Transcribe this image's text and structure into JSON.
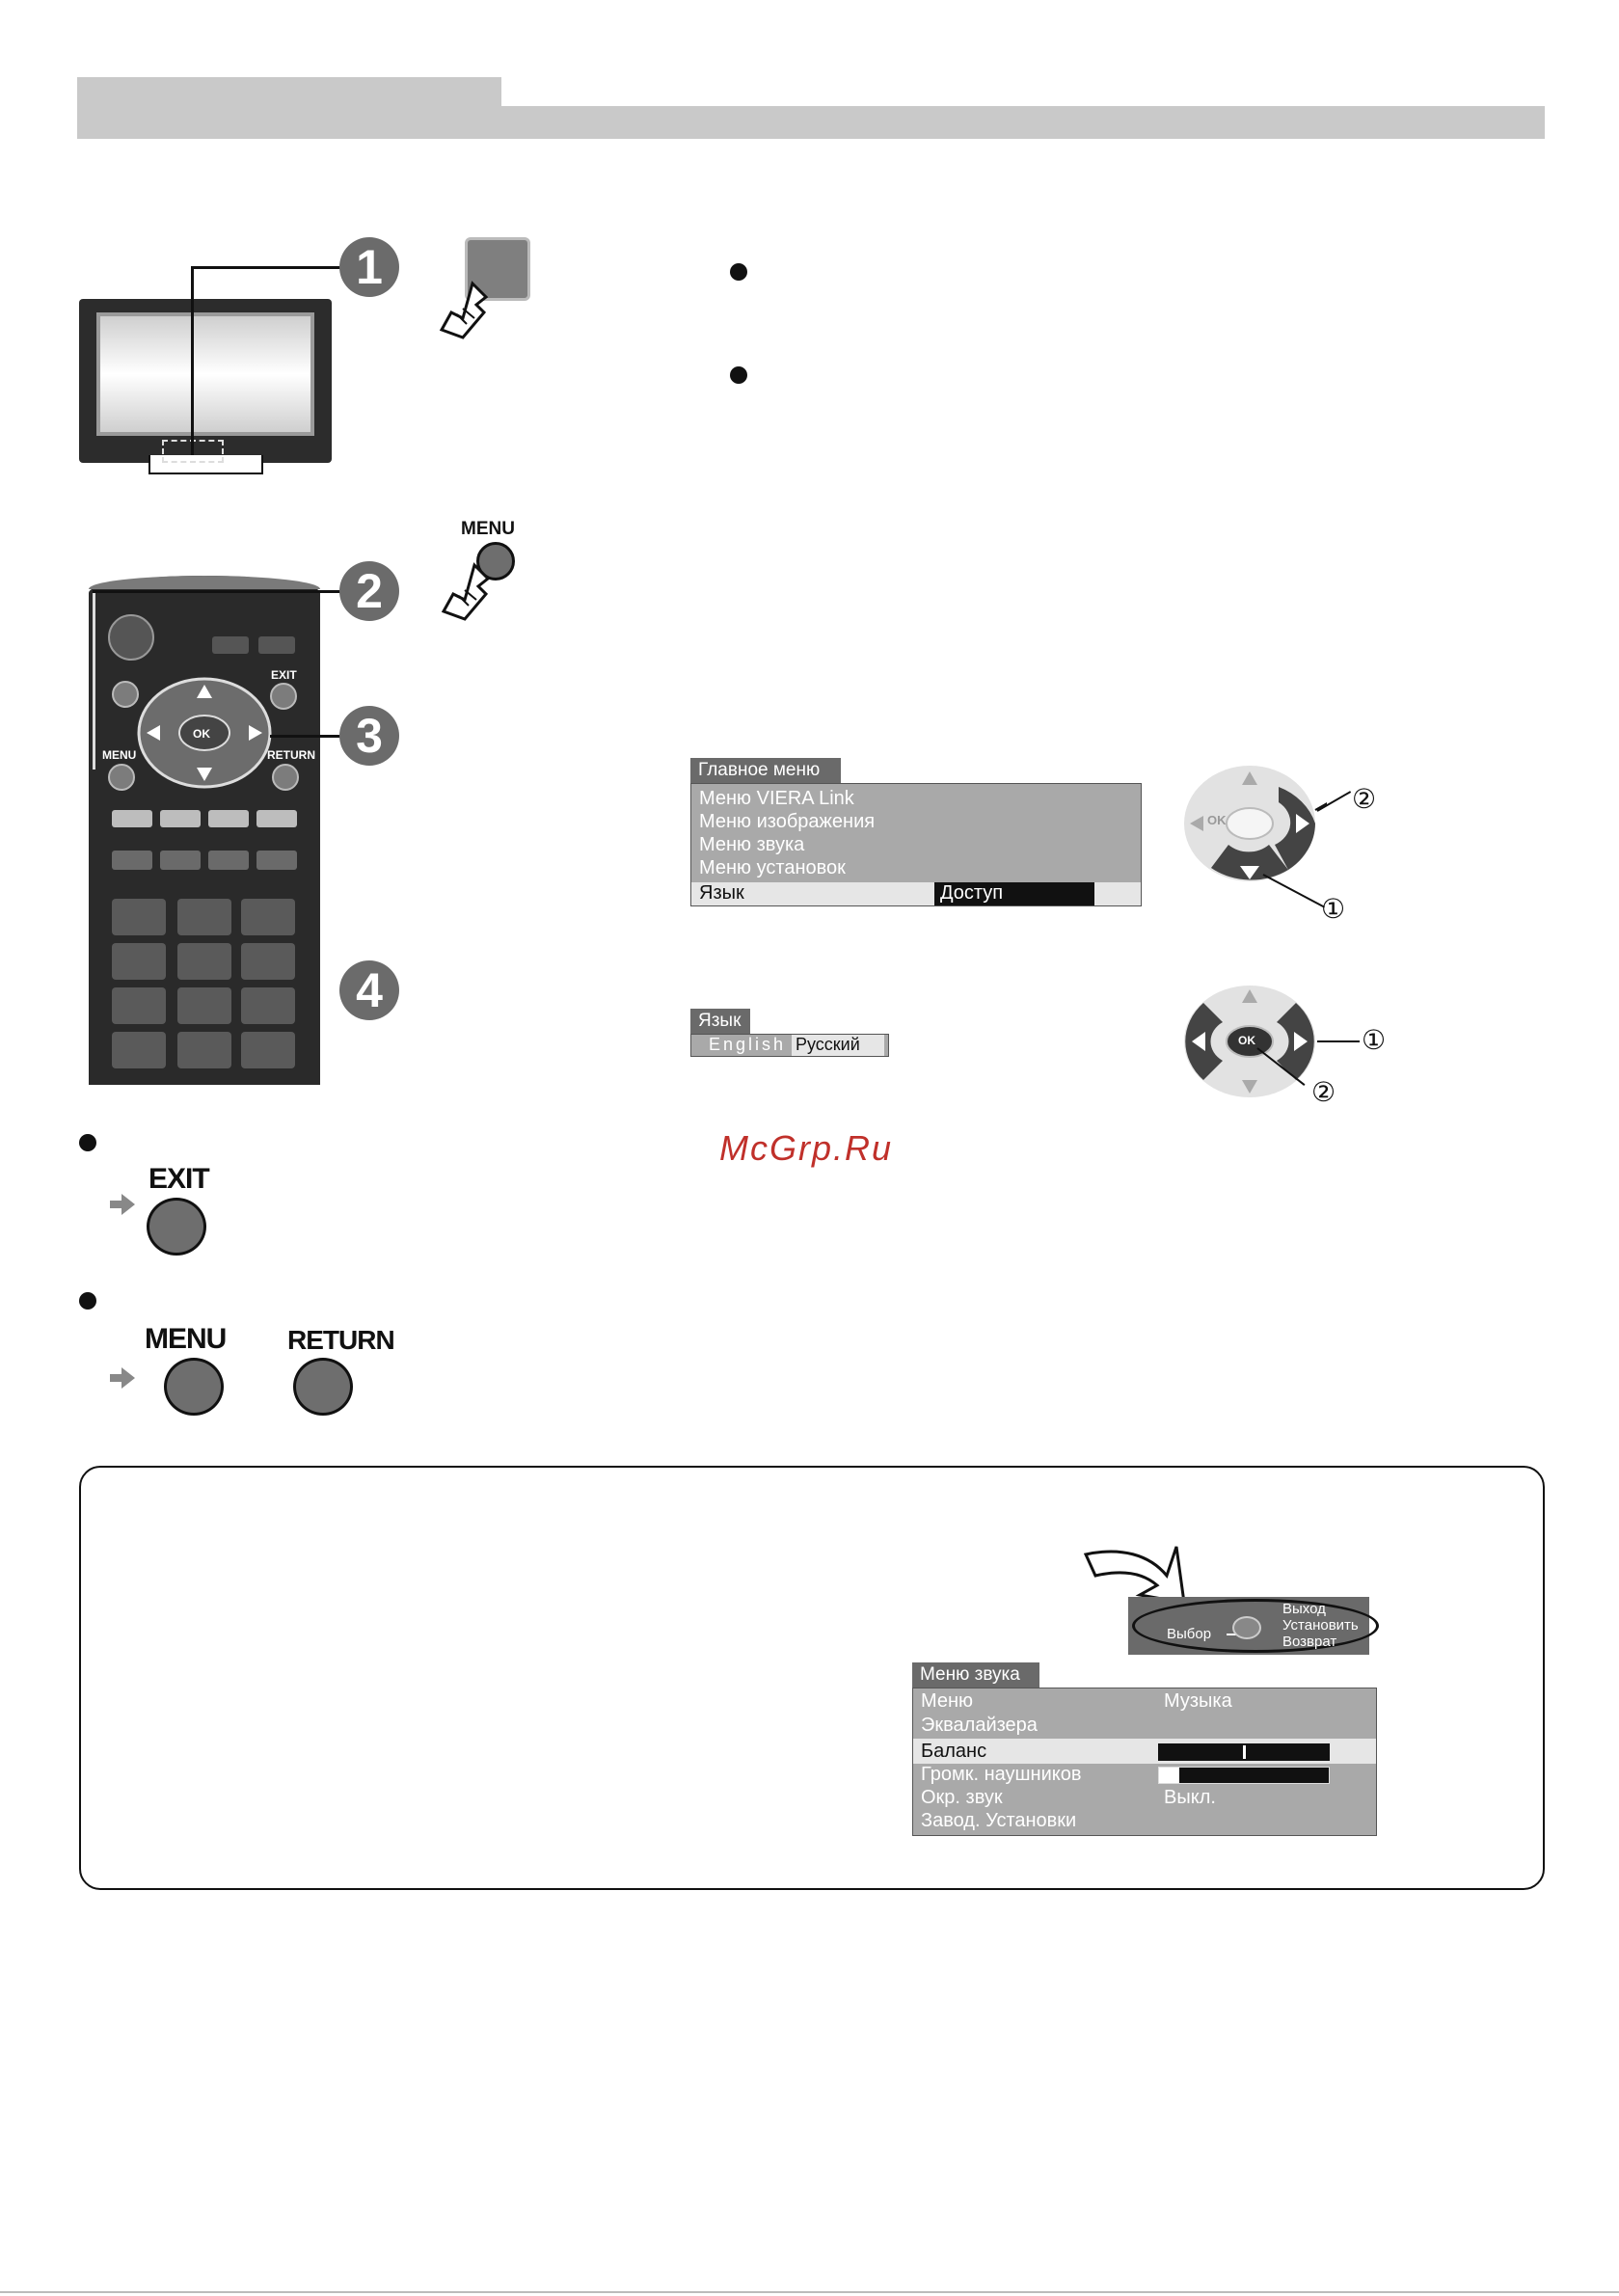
{
  "steps": [
    "1",
    "2",
    "3",
    "4"
  ],
  "remote": {
    "exit_label": "EXIT",
    "menu_label": "MENU",
    "return_label": "RETURN",
    "ok_label": "OK"
  },
  "press_menu_label": "MENU",
  "main_menu": {
    "title": "Главное меню",
    "items": [
      "Меню VIERA Link",
      "Меню изображения",
      "Меню звука",
      "Меню установок"
    ],
    "selected_item": "Язык",
    "selected_value": "Доступ"
  },
  "language_menu": {
    "title": "Язык",
    "options": [
      "English",
      "Русский"
    ]
  },
  "dpad": {
    "ok_label": "OK",
    "marker_1": "①",
    "marker_2": "②"
  },
  "exit_button_label": "EXIT",
  "back_buttons": {
    "menu_label": "MENU",
    "return_label": "RETURN"
  },
  "watermark": "McGrp.Ru",
  "help_bar": {
    "select": "Выбор",
    "exit": "Выход",
    "set": "Установить",
    "return": "Возврат"
  },
  "sound_menu": {
    "title": "Меню звука",
    "rows": [
      {
        "label": "Меню",
        "value": "Музыка"
      },
      {
        "label": "Эквалайзера",
        "value": ""
      },
      {
        "label": "Баланс",
        "value": ""
      },
      {
        "label": "Громк. наушников",
        "value": ""
      },
      {
        "label": "Окр. звук",
        "value": "Выкл."
      },
      {
        "label": "Завод. Установки",
        "value": ""
      }
    ],
    "balance_level": 0.5,
    "headphone_level": 0.12
  }
}
